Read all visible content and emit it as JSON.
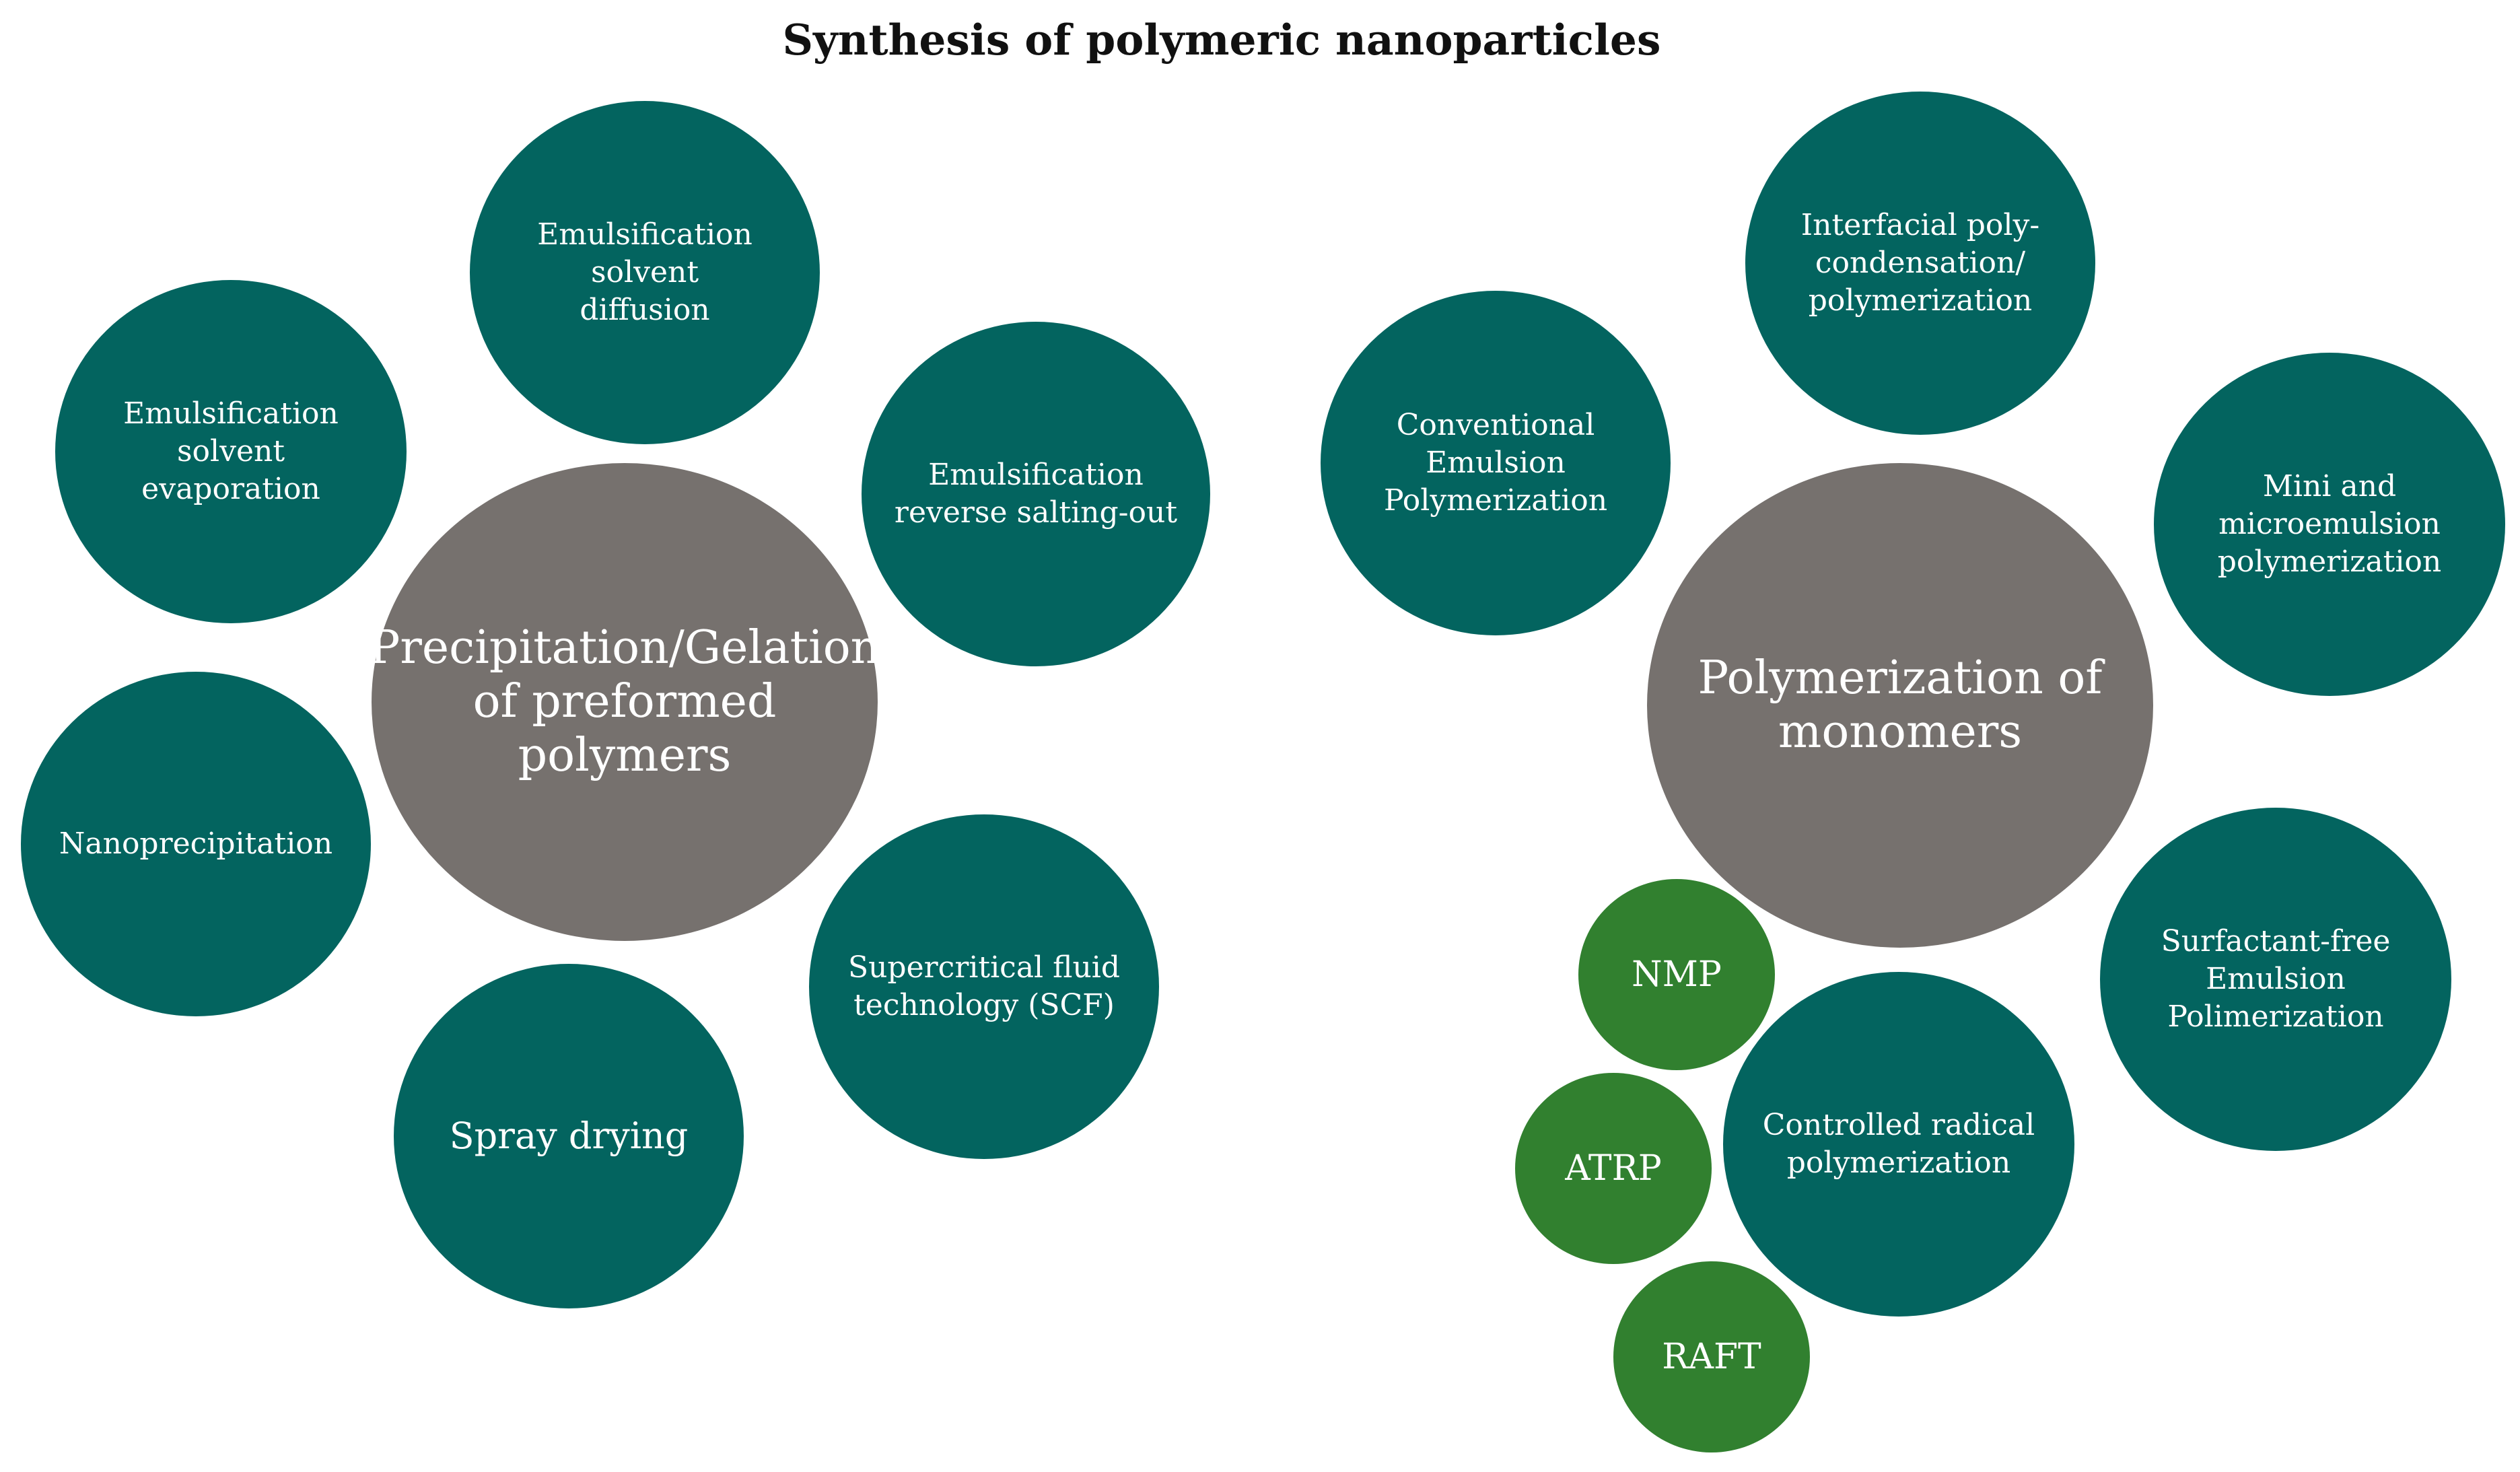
{
  "title": "Synthesis of polymeric nanoparticles",
  "groups": [
    {
      "center": "Precipitation/Gelation\nof preformed polymers",
      "methods": [
        "Emulsification\nsolvent\ndiffusion",
        "Emulsification\nsolvent\nevaporation",
        "Emulsification\nreverse salting-out",
        "Nanoprecipitation",
        "Supercritical fluid\ntechnology (SCF)",
        "Spray drying"
      ]
    },
    {
      "center": "Polymerization of\nmonomers",
      "methods": [
        "Interfacial poly-\ncondensation/\npolymerization",
        "Conventional Emulsion\nPolymerization",
        "Mini and\nmicroemulsion\npolymerization",
        "Surfactant-free\nEmulsion\nPolimerization",
        "Controlled radical\npolymerization"
      ],
      "controlled_radical_types": [
        "NMP",
        "ATRP",
        "RAFT"
      ]
    }
  ],
  "colors": {
    "method_bubble": "#03645f",
    "center_bubble": "#76716e",
    "sub_method_bubble": "#31802f",
    "title_text": "#111111"
  }
}
